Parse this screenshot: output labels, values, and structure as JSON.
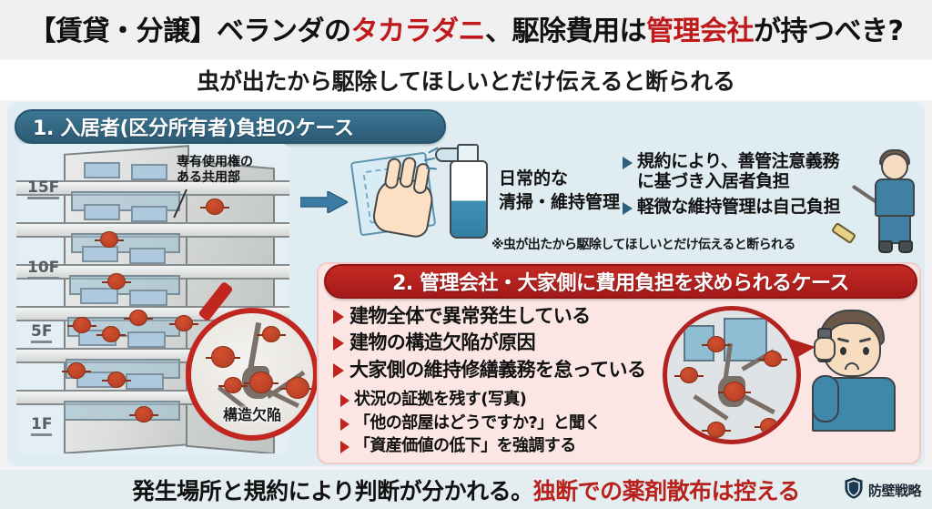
{
  "title": {
    "part1": "【賃貸・分譲】ベランダの",
    "highlight1": "タカラダニ",
    "part2": "、駆除費用は",
    "highlight2": "管理会社",
    "part3": "が持つべき?"
  },
  "subtitle": "虫が出たから駆除してほしいとだけ伝えると断られる",
  "section1": {
    "heading": "1. 入居者(区分所有者)負担のケース",
    "building": {
      "floors": [
        "15F",
        "10F",
        "5F",
        "1F"
      ],
      "callout_label": "専有使用権の\nある共用部",
      "callout_label_line1": "専有使用権の",
      "callout_label_line2": "ある共用部",
      "magnifier_label": "構造欠陥"
    },
    "middle_caption_line1": "日常的な",
    "middle_caption_line2": "清掃・維持管理",
    "bullets": [
      "規約により、善管注意義務",
      "に基づき入居者負担",
      "軽微な維持管理は自己負担"
    ],
    "note": "※虫が出たから駆除してほしいとだけ伝えると断られる"
  },
  "section2": {
    "heading": "2. 管理会社・大家側に費用負担を求められるケース",
    "bullets": [
      "建物全体で異常発生している",
      "建物の構造欠陥が原因",
      "大家側の維持修繕義務を怠っている"
    ],
    "sub_bullets": [
      "状況の証拠を残す(写真)",
      "「他の部屋はどうですか?」と聞く",
      "「資産価値の低下」を強調する"
    ]
  },
  "footer": {
    "text_black": "発生場所と規約により判断が分かれる。",
    "text_red": "独断での薬剤散布は控える",
    "brand": "防壁戦略"
  },
  "colors": {
    "accent_red": "#c0191c",
    "accent_blue": "#2c5a74",
    "board_bg": "#dfecf1",
    "panel_pink": "#fbe6e4"
  }
}
